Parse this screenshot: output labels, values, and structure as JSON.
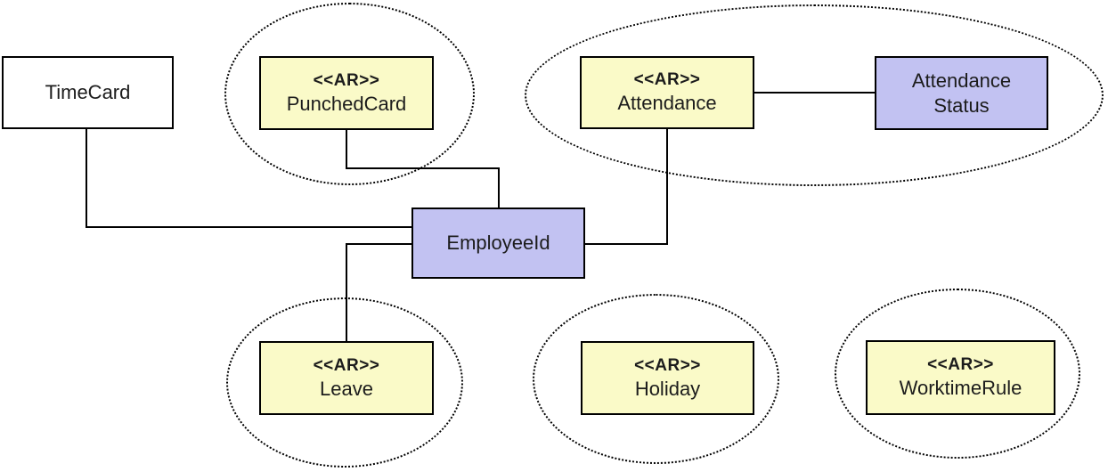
{
  "diagram": {
    "kind": "uml-aggregate-diagram",
    "stereotype_label": "<<AR>>"
  },
  "colors": {
    "aggregate_fill": "#FAFAC8",
    "identifier_fill": "#C2C2F2",
    "plain_fill": "#FFFFFF",
    "line": "#000000"
  },
  "nodes": {
    "timecard": {
      "name_lines": [
        "TimeCard"
      ]
    },
    "punchedcard": {
      "stereotype": "<<AR>>",
      "name_lines": [
        "PunchedCard"
      ]
    },
    "attendance": {
      "stereotype": "<<AR>>",
      "name_lines": [
        "Attendance"
      ]
    },
    "attendancestatus": {
      "name_lines": [
        "Attendance",
        "Status"
      ]
    },
    "employeeid": {
      "name_lines": [
        "EmployeeId"
      ]
    },
    "leave": {
      "stereotype": "<<AR>>",
      "name_lines": [
        "Leave"
      ]
    },
    "holiday": {
      "stereotype": "<<AR>>",
      "name_lines": [
        "Holiday"
      ]
    },
    "worktimerule": {
      "stereotype": "<<AR>>",
      "name_lines": [
        "WorktimeRule"
      ]
    }
  },
  "edges": [
    {
      "from": "TimeCard",
      "to": "EmployeeId"
    },
    {
      "from": "PunchedCard",
      "to": "EmployeeId"
    },
    {
      "from": "Attendance",
      "to": "EmployeeId"
    },
    {
      "from": "Attendance",
      "to": "AttendanceStatus"
    },
    {
      "from": "EmployeeId",
      "to": "Leave"
    }
  ]
}
